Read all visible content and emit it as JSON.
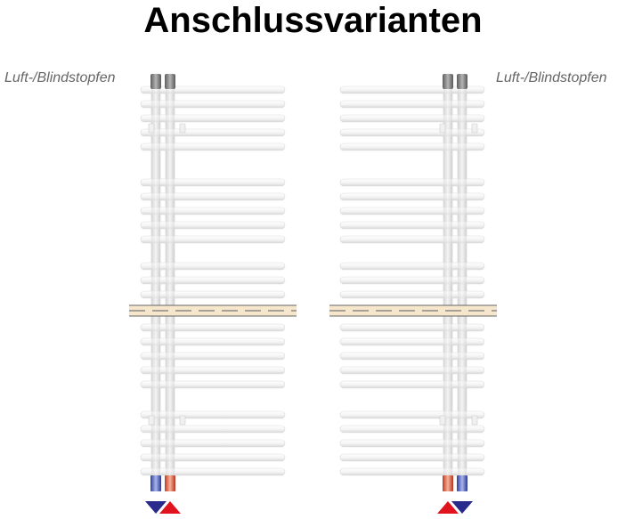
{
  "title": "Anschlussvarianten",
  "radiators": [
    {
      "id": "left",
      "plug_label": "Luft-/Blindstopfen",
      "pipes_side": "left",
      "connection_arrows": [
        "down-blue",
        "up-red"
      ]
    },
    {
      "id": "right",
      "plug_label": "Luft-/Blindstopfen",
      "pipes_side": "right",
      "connection_arrows": [
        "up-red",
        "down-blue"
      ]
    }
  ],
  "colors": {
    "bar": "#f2f2f2",
    "bar_edge": "#d9d9d9",
    "pipe": "#e6e6e6",
    "plug": "#8a8a8a",
    "flow_blue": "#2a2a8c",
    "return_red": "#e0141e",
    "pipe_blue": "#4a5fc0",
    "pipe_red": "#e0533a",
    "wall": "#f5e6cc"
  }
}
